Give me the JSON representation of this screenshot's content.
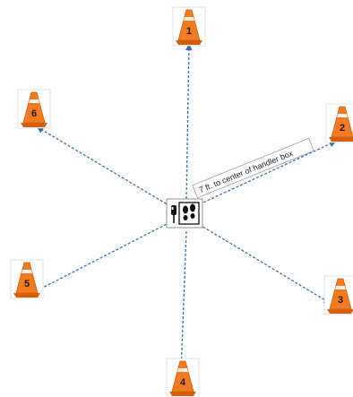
{
  "diagram": {
    "center_label": "7 ft. to center of handler box",
    "center_icons": [
      "handler-icon",
      "footprints-icon"
    ],
    "cones": [
      {
        "number": "1"
      },
      {
        "number": "2"
      },
      {
        "number": "3"
      },
      {
        "number": "4"
      },
      {
        "number": "5"
      },
      {
        "number": "6"
      }
    ],
    "colors": {
      "cone": "#f47b20",
      "cone_dark": "#d35f0a",
      "cone_stripe": "#ffffff",
      "line": "#3a6fa8",
      "arrow": "#3a6fa8"
    }
  }
}
